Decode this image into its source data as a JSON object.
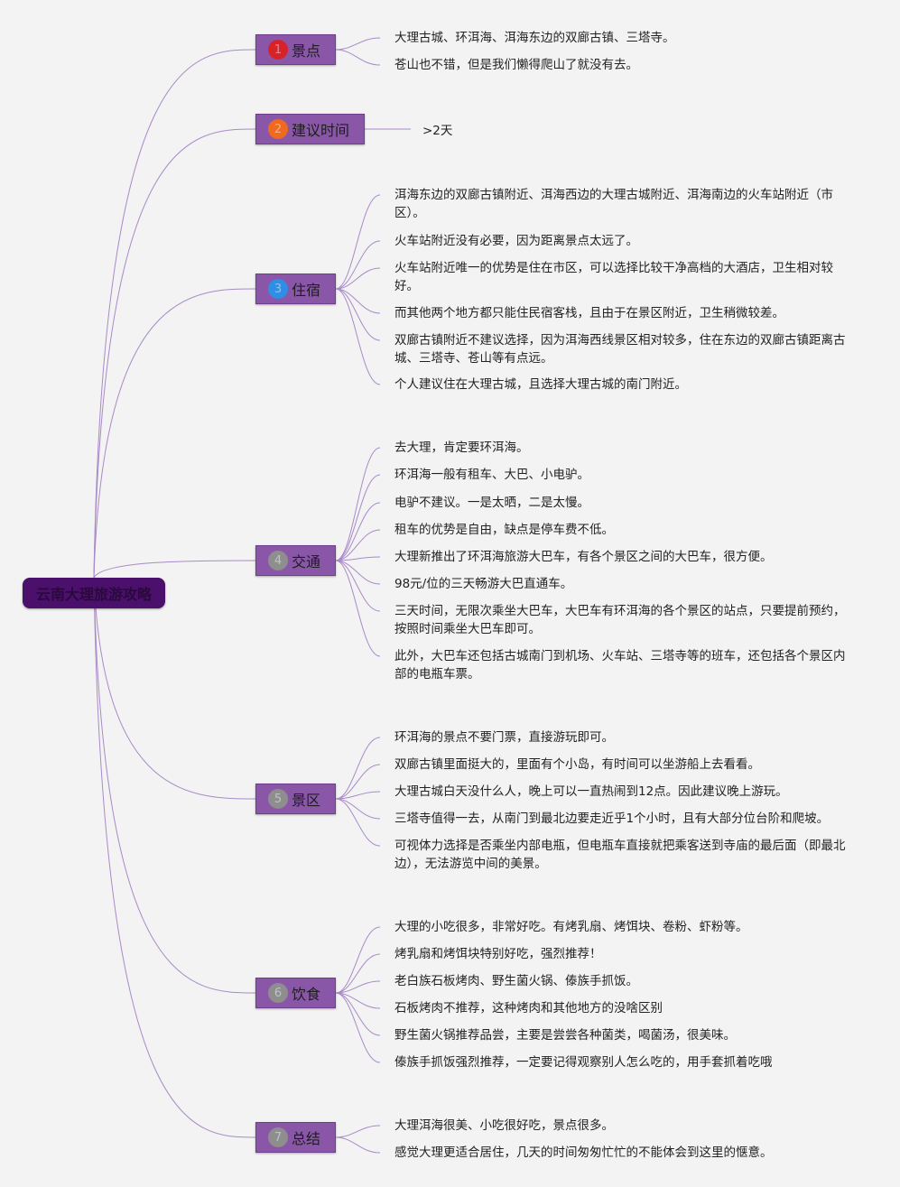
{
  "root": {
    "label": "云南大理旅游攻略"
  },
  "colors": {
    "line": "#a88ac8",
    "topic_fill": "#8a57a8",
    "root_fill": "#4b0f6c"
  },
  "topics": [
    {
      "num": "1",
      "label": "景点",
      "badge": "#d8222a",
      "items": [
        "大理古城、环洱海、洱海东边的双廊古镇、三塔寺。",
        "苍山也不错，但是我们懒得爬山了就没有去。"
      ]
    },
    {
      "num": "2",
      "label": "建议时间",
      "badge": "#ef6a1e",
      "items": [
        ">2天"
      ]
    },
    {
      "num": "3",
      "label": "住宿",
      "badge": "#2f8ee5",
      "items": [
        "洱海东边的双廊古镇附近、洱海西边的大理古城附近、洱海南边的火车站附近（市区）。",
        "火车站附近没有必要，因为距离景点太远了。",
        "火车站附近唯一的优势是住在市区，可以选择比较干净高档的大酒店，卫生相对较好。",
        "而其他两个地方都只能住民宿客栈，且由于在景区附近，卫生稍微较差。",
        "双廊古镇附近不建议选择，因为洱海西线景区相对较多，住在东边的双廊古镇距离古城、三塔寺、苍山等有点远。",
        "个人建议住在大理古城，且选择大理古城的南门附近。"
      ]
    },
    {
      "num": "4",
      "label": "交通",
      "badge": "#8e8e8e",
      "items": [
        "去大理，肯定要环洱海。",
        "环洱海一般有租车、大巴、小电驴。",
        "电驴不建议。一是太晒，二是太慢。",
        "租车的优势是自由，缺点是停车费不低。",
        "大理新推出了环洱海旅游大巴车，有各个景区之间的大巴车，很方便。",
        "98元/位的三天畅游大巴直通车。",
        "三天时间，无限次乘坐大巴车，大巴车有环洱海的各个景区的站点，只要提前预约，按照时间乘坐大巴车即可。",
        "此外，大巴车还包括古城南门到机场、火车站、三塔寺等的班车，还包括各个景区内部的电瓶车票。"
      ]
    },
    {
      "num": "5",
      "label": "景区",
      "badge": "#8e8e8e",
      "items": [
        "环洱海的景点不要门票，直接游玩即可。",
        "双廊古镇里面挺大的，里面有个小岛，有时间可以坐游船上去看看。",
        "大理古城白天没什么人，晚上可以一直热闹到12点。因此建议晚上游玩。",
        "三塔寺值得一去，从南门到最北边要走近乎1个小时，且有大部分位台阶和爬坡。",
        "可视体力选择是否乘坐内部电瓶，但电瓶车直接就把乘客送到寺庙的最后面（即最北边），无法游览中间的美景。"
      ]
    },
    {
      "num": "6",
      "label": "饮食",
      "badge": "#8e8e8e",
      "items": [
        "大理的小吃很多，非常好吃。有烤乳扇、烤饵块、卷粉、虾粉等。",
        "烤乳扇和烤饵块特别好吃，强烈推荐！",
        "老白族石板烤肉、野生菌火锅、傣族手抓饭。",
        "石板烤肉不推荐，这种烤肉和其他地方的没啥区别",
        "野生菌火锅推荐品尝，主要是尝尝各种菌类，喝菌汤，很美味。",
        "傣族手抓饭强烈推荐，一定要记得观察别人怎么吃的，用手套抓着吃哦"
      ]
    },
    {
      "num": "7",
      "label": "总结",
      "badge": "#8e8e8e",
      "items": [
        "大理洱海很美、小吃很好吃，景点很多。",
        "感觉大理更适合居住，几天的时间匆匆忙忙的不能体会到这里的惬意。"
      ]
    }
  ]
}
